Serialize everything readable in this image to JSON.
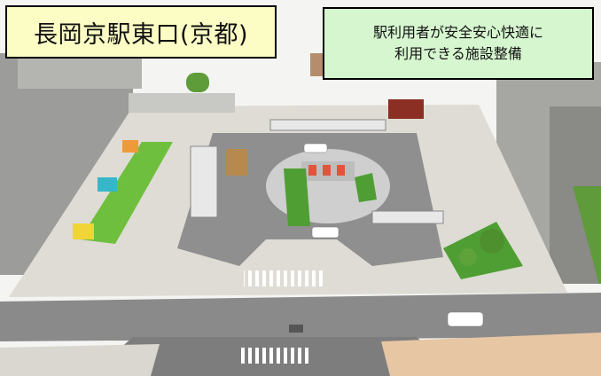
{
  "title": "長岡京駅東口(京都)",
  "caption": {
    "line1": "駅利用者が安全安心快適に",
    "line2": "利用できる施設整備"
  },
  "scene": {
    "illustration": "station east exit plaza rendering",
    "colors": {
      "road": "#8c8c8c",
      "plaza": "#dcdcd6",
      "grass": "#6fbf3f",
      "title_bg": "#fbfdc4",
      "caption_bg": "#d6f6cf"
    }
  }
}
